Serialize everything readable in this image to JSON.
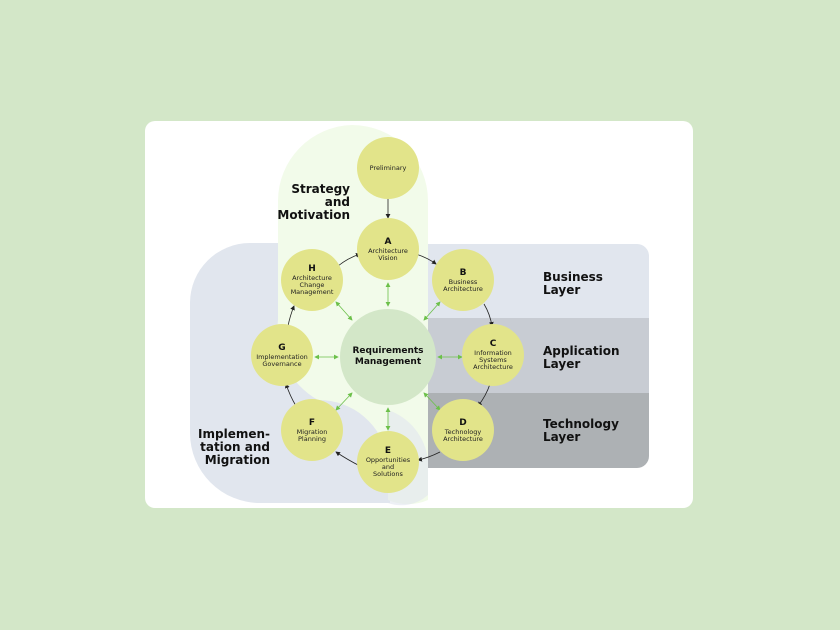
{
  "regions": {
    "strategy": "Strategy\nand\nMotivation",
    "implementation": "Implemen-\ntation and\nMigration",
    "business": "Business\nLayer",
    "application": "Application\nLayer",
    "technology": "Technology\nLayer"
  },
  "center": "Requirements\nManagement",
  "phases": [
    {
      "letter": "",
      "name": "Preliminary"
    },
    {
      "letter": "A",
      "name": "Architecture\nVision"
    },
    {
      "letter": "B",
      "name": "Business\nArchitecture"
    },
    {
      "letter": "C",
      "name": "Information\nSystems\nArchitecture"
    },
    {
      "letter": "D",
      "name": "Technology\nArchitecture"
    },
    {
      "letter": "E",
      "name": "Opportunities\nand\nSolutions"
    },
    {
      "letter": "F",
      "name": "Migration\nPlanning"
    },
    {
      "letter": "G",
      "name": "Implementation\nGovernance"
    },
    {
      "letter": "H",
      "name": "Architecture\nChange\nManagement"
    }
  ],
  "colors": {
    "phase": "#e2e48a",
    "center": "#d3e7c8",
    "arrow": "#6cc04a"
  }
}
